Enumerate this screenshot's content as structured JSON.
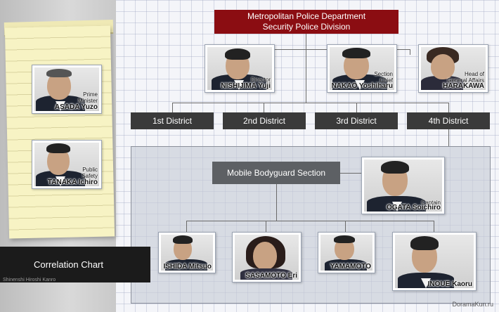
{
  "header": {
    "line1": "Metropolitan Police Department",
    "line2": "Security Police Division"
  },
  "people": {
    "nishijima": {
      "role": [
        "Director"
      ],
      "name": "NISHIJIMA Yuji"
    },
    "nakao": {
      "role": [
        "Section",
        "Chief"
      ],
      "name": "NAKAO Yoshiharu"
    },
    "harakawa": {
      "role": [
        "Head of",
        "General Affairs"
      ],
      "name": "HARAKAWA"
    },
    "asada": {
      "role": [
        "Prime",
        "Minister"
      ],
      "name": "ASADA Yuzo"
    },
    "tanaka": {
      "role": [
        "Public",
        "Safety"
      ],
      "name": "TANAKA Ichiro"
    },
    "ogata": {
      "role": [
        "Captain"
      ],
      "name": "OGATA Soichiro"
    },
    "ishida": {
      "role": [],
      "name": "ISHIDA Mitsuo"
    },
    "sasamoto": {
      "role": [],
      "name": "SASAMOTO Eri"
    },
    "yamamoto": {
      "role": [],
      "name": "YAMAMOTO"
    },
    "inoue": {
      "role": [],
      "name": "INOUE Kaoru"
    }
  },
  "districts": [
    "1st District",
    "2nd District",
    "3rd District",
    "4th District"
  ],
  "section": "Mobile Bodyguard Section",
  "corr_label": "Correlation Chart",
  "corr_sub": "Shinenshi Hiroshi Kanro",
  "watermark": "DoramaKun.ru",
  "colors": {
    "header_bg": "#8b0d12",
    "district_bg": "#3a3a3a",
    "section_bg": "#5d6064",
    "label_bg": "#1b1b1b"
  }
}
